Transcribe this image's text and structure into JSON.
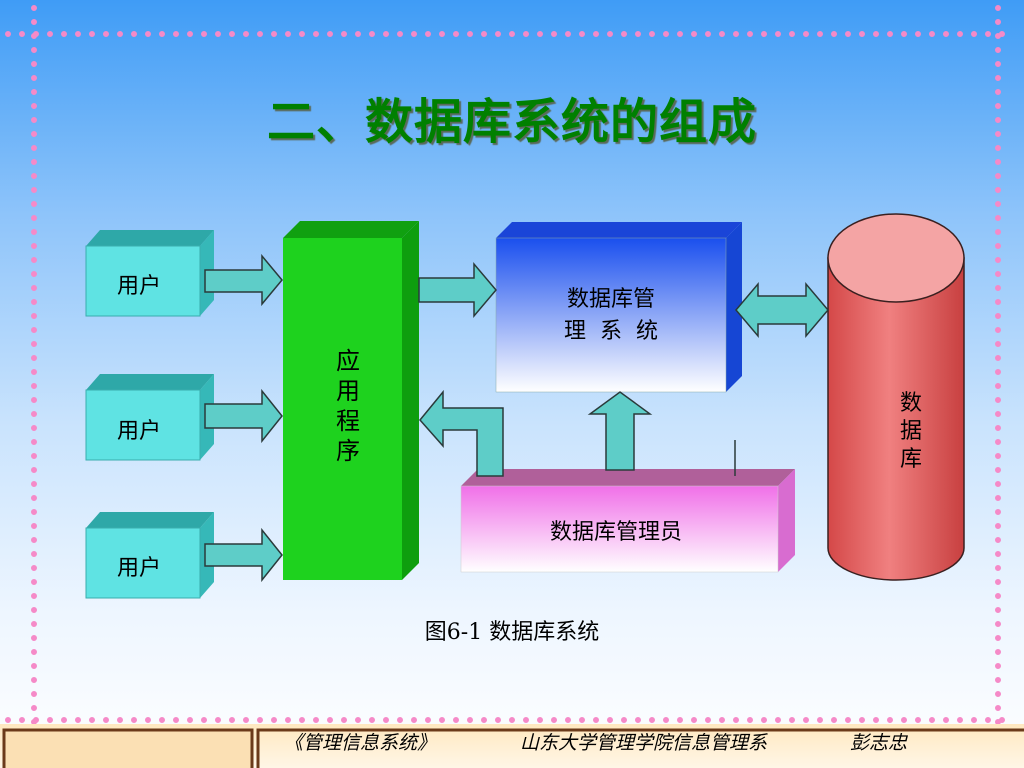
{
  "slide": {
    "title": "二、数据库系统的组成"
  },
  "diagram": {
    "users": [
      {
        "label": "用户"
      },
      {
        "label": "用户"
      },
      {
        "label": "用户"
      }
    ],
    "application": {
      "label": "应用程序"
    },
    "dbms": {
      "label": "数据库管\n理  系  统"
    },
    "dba": {
      "label": "数据库管理员"
    },
    "database": {
      "label": "数据库"
    },
    "caption": "图6-1 数据库系统"
  },
  "footer": {
    "course": "《管理信息系统》",
    "institution": "山东大学管理学院信息管理系",
    "author": "彭志忠"
  },
  "colors": {
    "title": "#008000",
    "user_box": "#5fe3e3",
    "application": "#1ed21e",
    "dbms_top": "#1a55ee",
    "dba": "#f070e8",
    "database": "#e86464",
    "arrow": "#5ecdc8",
    "border_dots": "#f58ac8"
  }
}
